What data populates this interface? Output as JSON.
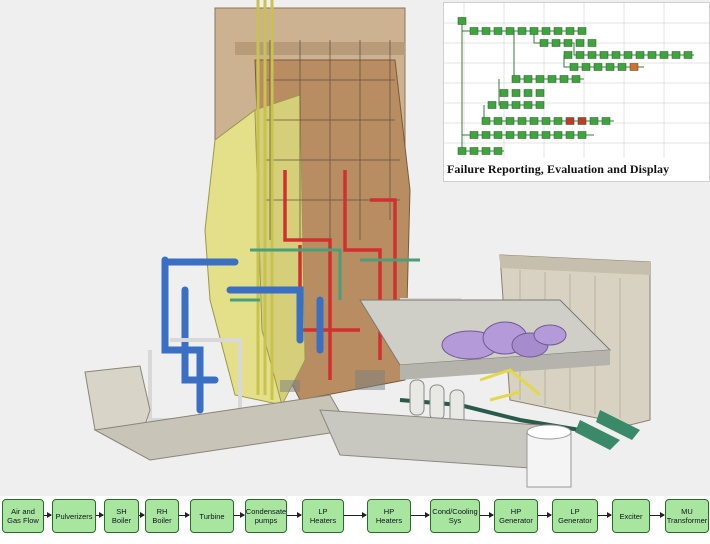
{
  "inset": {
    "caption": "Failure Reporting, Evaluation and Display"
  },
  "flow": {
    "steps": [
      "Air and\nGas Flow",
      "Pulverizers",
      "SH\nBoiler",
      "RH\nBoiler",
      "Turbine",
      "Condensate\npumps",
      "LP\nHeaters",
      "HP\nHeaters",
      "Cond/Cooling\nSys",
      "HP\nGenerator",
      "LP\nGenerator",
      "Exciter",
      "MU\nTransformer"
    ]
  },
  "colors": {
    "flow_box": "#a8e6a0",
    "flow_border": "#2a6a2a",
    "boiler_yellow": "#e4e08a",
    "pipe_blue": "#3a6fc4",
    "pipe_red": "#d03030",
    "turbine_purple": "#b49ad8",
    "inset_node_green": "#3fa43f"
  }
}
